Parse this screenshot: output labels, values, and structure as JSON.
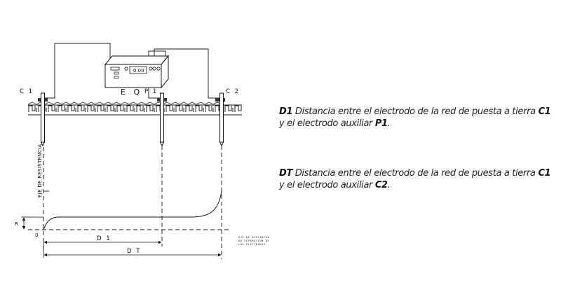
{
  "diagram": {
    "labels": {
      "c1": "C 1",
      "p1": "P 1",
      "c2": "C 2",
      "eq": "E Q",
      "display": "0.00",
      "y_axis": "EJE DE RESISTENCIA",
      "r": "R",
      "zero": "0",
      "d1": "D 1",
      "dt": "D T",
      "x_axis_line1": "EJE DE DISTANCIA",
      "x_axis_line2": "DE SEPARACION DE",
      "x_axis_line3": "LOS ELECTRODOS"
    }
  },
  "definitions": {
    "d1": {
      "term": "D1",
      "text1": " Distancia entre el electrodo de la red de puesta a tierra ",
      "c1": "C1",
      "text2": " y el electrodo auxiliar ",
      "target": "P1",
      "end": "."
    },
    "dt": {
      "term": "DT",
      "text1": " Distancia entre el electrodo de la red de puesta a tierra ",
      "c1": "C1",
      "text2": " y el electrodo auxiliar ",
      "target": "C2",
      "end": "."
    }
  }
}
